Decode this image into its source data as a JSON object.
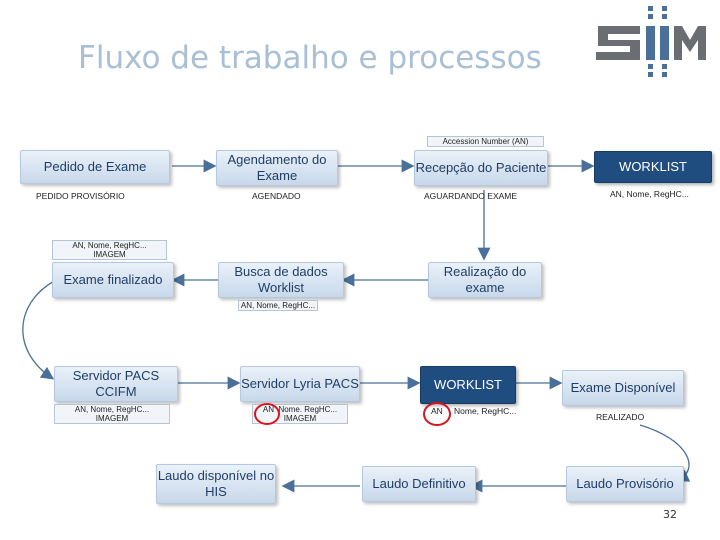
{
  "title": "Fluxo de trabalho e processos",
  "logo": {
    "text": "SiiM"
  },
  "row1": {
    "accession_tag": "Accession Number (AN)",
    "pedido": "Pedido de Exame",
    "pedido_status": "PEDIDO PROVISÓRIO",
    "agendamento": "Agendamento do Exame",
    "agendamento_status": "AGENDADO",
    "recepcao": "Recepção do Paciente",
    "recepcao_status": "AGUARDANDO EXAME",
    "worklist": "WORKLIST",
    "worklist_tag": "AN, Nome, RegHC..."
  },
  "row2": {
    "finalizado_tag": "AN, Nome, RegHC...\nIMAGEM",
    "finalizado": "Exame finalizado",
    "busca": "Busca de dados Worklist",
    "busca_tag": "AN, Nome, RegHC...",
    "realizacao": "Realização do exame"
  },
  "row3": {
    "pacs": "Servidor PACS CCIFM",
    "pacs_tag": "AN, Nome, RegHC...\nIMAGEM",
    "lyria": "Servidor Lyria PACS",
    "lyria_tag_an": "AN",
    "lyria_tag_rest": "Nome. RegHC...",
    "lyria_tag_img": "IMAGEM",
    "worklist": "WORKLIST",
    "worklist_an": "AN",
    "worklist_rest": "Nome, RegHC...",
    "disponivel": "Exame Disponível",
    "realizado": "REALIZADO"
  },
  "row4": {
    "laudo_his": "Laudo disponível no HIS",
    "laudo_definitivo": "Laudo Definitivo",
    "laudo_provisorio": "Laudo Provisório"
  },
  "page_number": "32",
  "colors": {
    "dark_box": "#1f4d7f",
    "light_box": "#dce7f3",
    "arrow": "#4a6f98",
    "highlight": "#d9141e"
  }
}
